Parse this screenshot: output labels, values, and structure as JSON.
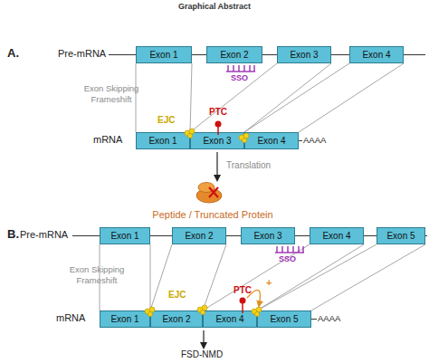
{
  "diagram": {
    "title": "Graphical Abstract",
    "nodes": [
      {
        "text": [
          "Exon 1"
        ]
      },
      {
        "text": [
          "Exon 2"
        ]
      },
      {
        "text": [
          "Exon 3"
        ]
      },
      {
        "text": [
          "Exon 4"
        ]
      },
      {
        "text": [
          "Exon 1"
        ]
      },
      {
        "text": [
          "Exon 3"
        ]
      },
      {
        "text": [
          "Exon 4"
        ]
      },
      {
        "text": [
          "Exon 1"
        ]
      },
      {
        "text": [
          "Exon 2"
        ]
      },
      {
        "text": [
          "Exon 3"
        ]
      },
      {
        "text": [
          "Exon 4"
        ]
      },
      {
        "text": [
          "Exon 5"
        ]
      },
      {
        "text": [
          "Exon 1"
        ]
      },
      {
        "text": [
          "Exon 2"
        ]
      },
      {
        "text": [
          "Exon 4"
        ]
      },
      {
        "text": [
          "Exon 5"
        ]
      }
    ],
    "edges": [
      {
        "from": 0,
        "to": 4,
        "arrow": "none"
      },
      {
        "from": 2,
        "to": 5,
        "arrow": "none"
      },
      {
        "from": 3,
        "to": 6,
        "arrow": "none"
      },
      {
        "from": 7,
        "to": 12,
        "arrow": "none"
      },
      {
        "from": 8,
        "to": 13,
        "arrow": "none"
      },
      {
        "from": 10,
        "to": 14,
        "arrow": "none"
      },
      {
        "from": 11,
        "to": 15,
        "arrow": "none"
      }
    ],
    "labels": [
      "A.",
      "Pre-mRNA",
      "SSO",
      "Exon Skipping Frameshift",
      "EJC",
      "PTC",
      "mRNA",
      "AAAA",
      "Translation",
      "Peptide / Truncated Protein",
      "B.",
      "Pre-mRNA",
      "SSO",
      "Exon Skipping Frameshift",
      "EJC",
      "PTC",
      "+",
      "mRNA",
      "AAAA",
      "FSD-NMD"
    ]
  }
}
